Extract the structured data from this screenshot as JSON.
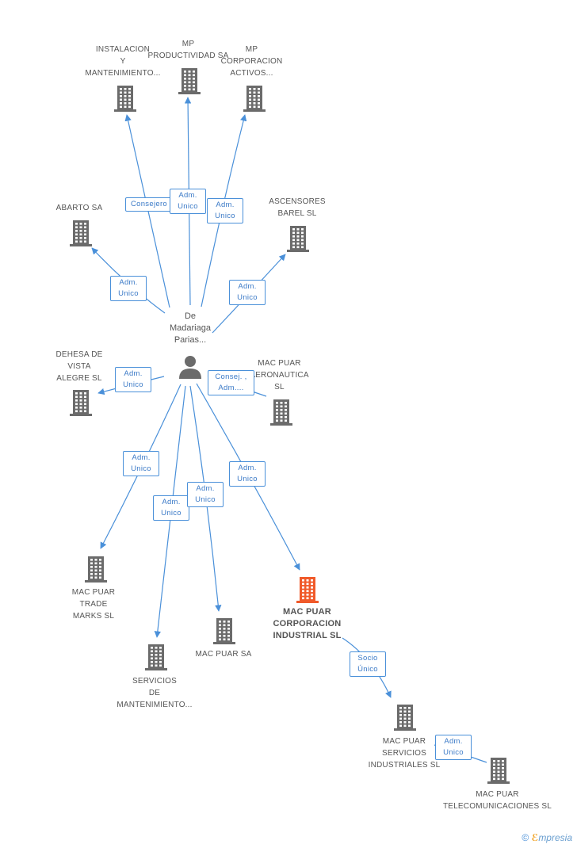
{
  "center_person": {
    "label": "De\nMadariaga\nParias..."
  },
  "companies": [
    {
      "id": "instalacion",
      "label": "INSTALACION\nY\nMANTENIMIENTO...",
      "highlight": false
    },
    {
      "id": "mp_productividad",
      "label": "MP\nPRODUCTIVIDAD SA",
      "highlight": false
    },
    {
      "id": "mp_corporacion",
      "label": "MP\nCORPORACION\nACTIVOS...",
      "highlight": false
    },
    {
      "id": "abarto",
      "label": "ABARTO SA",
      "highlight": false
    },
    {
      "id": "ascensores",
      "label": "ASCENSORES\nBAREL SL",
      "highlight": false
    },
    {
      "id": "dehesa",
      "label": "DEHESA DE\nVISTA\nALEGRE SL",
      "highlight": false
    },
    {
      "id": "aeronautica",
      "label": "MAC PUAR\nAERONAUTICA\nSL",
      "highlight": false
    },
    {
      "id": "trade_marks",
      "label": "MAC PUAR\nTRADE\nMARKS SL",
      "highlight": false
    },
    {
      "id": "servicios_mant",
      "label": "SERVICIOS\nDE\nMANTENIMIENTO...",
      "highlight": false
    },
    {
      "id": "mac_puar_sa",
      "label": "MAC PUAR SA",
      "highlight": false
    },
    {
      "id": "corporacion_industrial",
      "label": "MAC PUAR\nCORPORACION\nINDUSTRIAL SL",
      "highlight": true
    },
    {
      "id": "servicios_industriales",
      "label": "MAC PUAR\nSERVICIOS\nINDUSTRIALES SL",
      "highlight": false
    },
    {
      "id": "telecomunicaciones",
      "label": "MAC PUAR\nTELECOMUNICACIONES SL",
      "highlight": false
    }
  ],
  "relations": [
    {
      "id": "r_instalacion",
      "label": "Consejero"
    },
    {
      "id": "r_mp_productividad",
      "label": "Adm.\nUnico"
    },
    {
      "id": "r_mp_corporacion",
      "label": "Adm.\nUnico"
    },
    {
      "id": "r_abarto",
      "label": "Adm.\nUnico"
    },
    {
      "id": "r_ascensores",
      "label": "Adm.\nUnico"
    },
    {
      "id": "r_dehesa",
      "label": "Adm.\nUnico"
    },
    {
      "id": "r_aeronautica",
      "label": "Consej. ,\nAdm...."
    },
    {
      "id": "r_trade_marks",
      "label": "Adm.\nUnico"
    },
    {
      "id": "r_servicios_mant",
      "label": "Adm.\nUnico"
    },
    {
      "id": "r_mac_puar_sa",
      "label": "Adm.\nUnico"
    },
    {
      "id": "r_corporacion_industrial",
      "label": "Adm.\nUnico"
    },
    {
      "id": "r_servicios_industriales",
      "label": "Socio\nÚnico"
    },
    {
      "id": "r_telecomunicaciones",
      "label": "Adm.\nUnico"
    }
  ],
  "colors": {
    "edge": "#4a90d9",
    "building": "#6b6b6b",
    "highlight": "#f05a2a"
  },
  "footer": {
    "copyright": "©",
    "brand_first": "ℰ",
    "brand_rest": "mpresia"
  }
}
